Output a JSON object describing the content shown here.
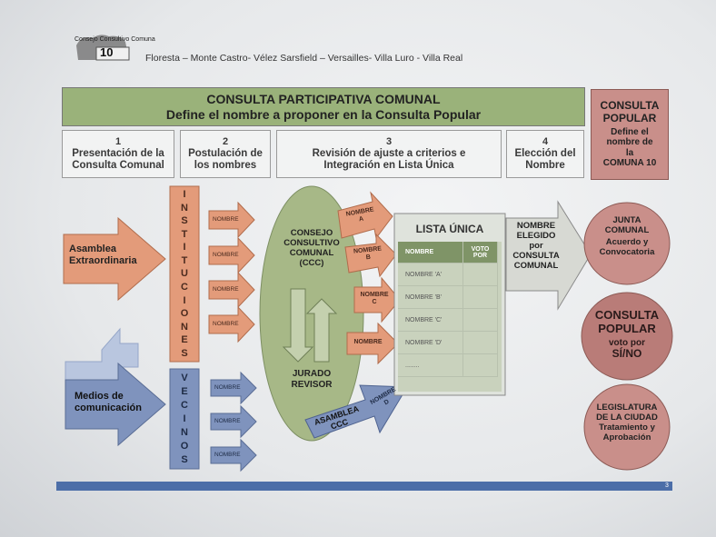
{
  "header": {
    "logo_text": "Consejo Consultivo Comuna",
    "logo_number": "10",
    "subtitle": "Floresta – Monte Castro- Vélez Sarsfield – Versailles- Villa Luro - Villa Real"
  },
  "title_box": {
    "line1": "CONSULTA PARTICIPATIVA COMUNAL",
    "line2": "Define el nombre a proponer en la Consulta Popular"
  },
  "popular_box": {
    "line1": "CONSULTA",
    "line2": "POPULAR",
    "line3": "Define el",
    "line4": "nombre de",
    "line5": "la",
    "line6": "COMUNA 10"
  },
  "steps": [
    {
      "number": "1",
      "line1": "Presentación de la",
      "line2": "Consulta Comunal"
    },
    {
      "number": "2",
      "line1": "Postulación de",
      "line2": "los nombres"
    },
    {
      "number": "3",
      "line1": "Revisión de ajuste a criterios e",
      "line2": "Integración en Lista Única"
    },
    {
      "number": "4",
      "line1": "Elección del",
      "line2": "Nombre"
    }
  ],
  "left_arrows": {
    "asamblea_line1": "Asamblea",
    "asamblea_line2": "Extraordinaria",
    "medios_line1": "Medios de",
    "medios_line2": "comunicación"
  },
  "instituciones_letters": [
    "I",
    "N",
    "S",
    "T",
    "I",
    "T",
    "U",
    "C",
    "I",
    "O",
    "N",
    "E",
    "S"
  ],
  "vecinos_letters": [
    "V",
    "E",
    "C",
    "I",
    "N",
    "O",
    "S"
  ],
  "nombre_label": "NOMBRE",
  "ccc": {
    "line1": "CONSEJO",
    "line2": "CONSULTIVO",
    "line3": "COMUNAL",
    "line4": "(CCC)",
    "jurado1": "JURADO",
    "jurado2": "REVISOR"
  },
  "named_arrows": {
    "a": {
      "line1": "NOMBRE",
      "line2": "A"
    },
    "b": {
      "line1": "NOMBRE",
      "line2": "B"
    },
    "c": {
      "line1": "NOMBRE",
      "line2": "C"
    },
    "plain": "NOMBRE",
    "d": {
      "line1": "NOMBRE",
      "line2": "D"
    }
  },
  "asamblea_ccc": {
    "line1": "ASAMBLEA",
    "line2": "CCC"
  },
  "lista_unica": {
    "title": "LISTA ÚNICA",
    "col1": "NOMBRE",
    "col2_line1": "VOTO",
    "col2_line2": "POR",
    "rows": [
      "NOMBRE 'A'",
      "NOMBRE 'B'",
      "NOMBRE 'C'",
      "NOMBRE 'D'",
      "........"
    ]
  },
  "elected": {
    "line1": "NOMBRE",
    "line2": "ELEGIDO",
    "line3": "por",
    "line4": "CONSULTA",
    "line5": "COMUNAL"
  },
  "right_circles": {
    "junta": {
      "line1": "JUNTA",
      "line2": "COMUNAL",
      "line3": "Acuerdo y",
      "line4": "Convocatoria"
    },
    "consulta": {
      "line1": "CONSULTA",
      "line2": "POPULAR",
      "line3": "voto por",
      "line4": "SÍ/NO"
    },
    "legislatura": {
      "line1": "LEGISLATURA",
      "line2": "DE LA CIUDAD",
      "line3": "Tratamiento y",
      "line4": "Aprobación"
    }
  },
  "page_number": "3",
  "colors": {
    "green": "#9ab27a",
    "orange": "#e39b7a",
    "blue": "#7f93bd",
    "pink": "#c98f8a",
    "footer_bar": "#4c6ea8"
  }
}
